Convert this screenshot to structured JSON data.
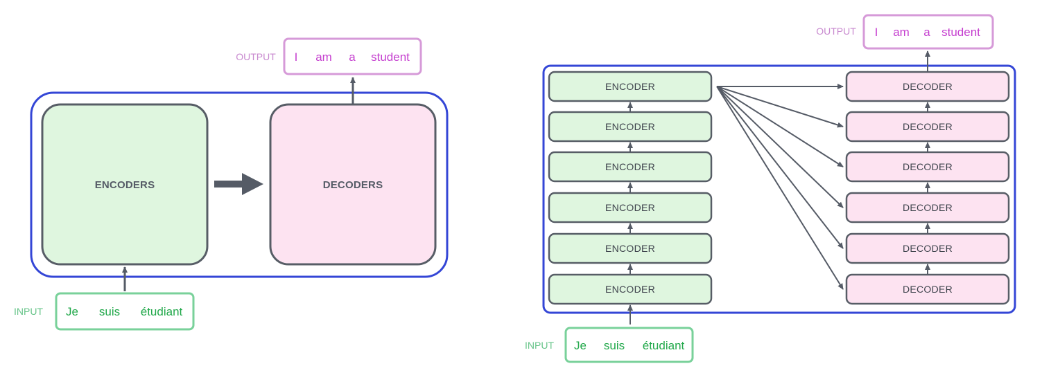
{
  "left_panel": {
    "encoders_label": "ENCODERS",
    "decoders_label": "DECODERS",
    "output_label": "OUTPUT",
    "output_words": [
      "I",
      "am",
      "a",
      "student"
    ],
    "input_label": "INPUT",
    "input_words": [
      "Je",
      "suis",
      "étudiant"
    ]
  },
  "right_panel": {
    "encoder_labels": [
      "ENCODER",
      "ENCODER",
      "ENCODER",
      "ENCODER",
      "ENCODER",
      "ENCODER"
    ],
    "decoder_labels": [
      "DECODER",
      "DECODER",
      "DECODER",
      "DECODER",
      "DECODER",
      "DECODER"
    ],
    "output_label": "OUTPUT",
    "output_words": [
      "I",
      "am",
      "a",
      "student"
    ],
    "input_label": "INPUT",
    "input_words": [
      "Je",
      "suis",
      "étudiant"
    ]
  },
  "colors": {
    "outline_blue": "#3446d6",
    "box_border": "#575d66",
    "encoder_fill": "#dff6df",
    "decoder_fill": "#fde3f1",
    "output_border": "#d69ad8",
    "output_text": "#c53fcf",
    "input_border": "#79d19a",
    "input_text": "#21a84a",
    "arrow": "#555b66"
  }
}
